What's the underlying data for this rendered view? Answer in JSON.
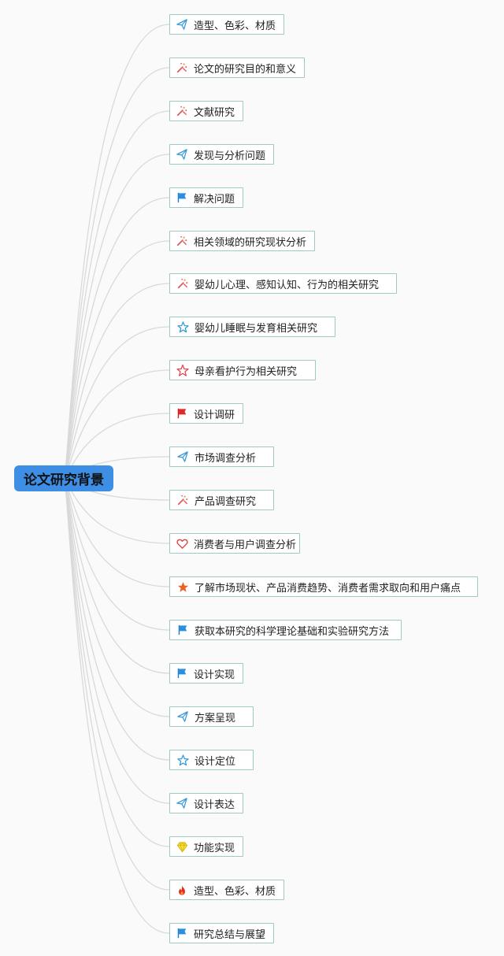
{
  "root": {
    "label": "论文研究背景"
  },
  "colors": {
    "root_bg": "#3d8fe6",
    "node_border": "#9ec9c4",
    "line": "#d9d9d9"
  },
  "nodes": [
    {
      "label": "造型、色彩、材质",
      "icon": "paper-plane-icon"
    },
    {
      "label": "论文的研究目的和意义",
      "icon": "magic-wand-icon"
    },
    {
      "label": "文献研究",
      "icon": "magic-wand-icon"
    },
    {
      "label": "发现与分析问题",
      "icon": "paper-plane-icon"
    },
    {
      "label": "解决问题",
      "icon": "blue-flag-icon"
    },
    {
      "label": "相关领域的研究现状分析",
      "icon": "magic-wand-icon"
    },
    {
      "label": "婴幼儿心理、感知认知、行为的相关研究",
      "icon": "magic-wand-icon"
    },
    {
      "label": "婴幼儿睡眠与发育相关研究",
      "icon": "star-outline-icon"
    },
    {
      "label": "母亲看护行为相关研究",
      "icon": "red-star-outline-icon"
    },
    {
      "label": "设计调研",
      "icon": "red-flag-icon"
    },
    {
      "label": "市场调查分析",
      "icon": "paper-plane-icon"
    },
    {
      "label": "产品调查研究",
      "icon": "magic-wand-icon"
    },
    {
      "label": "消费者与用户调查分析",
      "icon": "heart-icon"
    },
    {
      "label": "了解市场现状、产品消费趋势、消费者需求取向和用户痛点",
      "icon": "orange-star-icon"
    },
    {
      "label": "获取本研究的科学理论基础和实验研究方法",
      "icon": "blue-flag-icon"
    },
    {
      "label": "设计实现",
      "icon": "blue-flag-icon"
    },
    {
      "label": "方案呈现",
      "icon": "paper-plane-icon"
    },
    {
      "label": "设计定位",
      "icon": "star-outline-icon"
    },
    {
      "label": "设计表达",
      "icon": "paper-plane-icon"
    },
    {
      "label": "功能实现",
      "icon": "diamond-icon"
    },
    {
      "label": "造型、色彩、材质",
      "icon": "fire-icon"
    },
    {
      "label": "研究总结与展望",
      "icon": "blue-flag-icon"
    }
  ]
}
